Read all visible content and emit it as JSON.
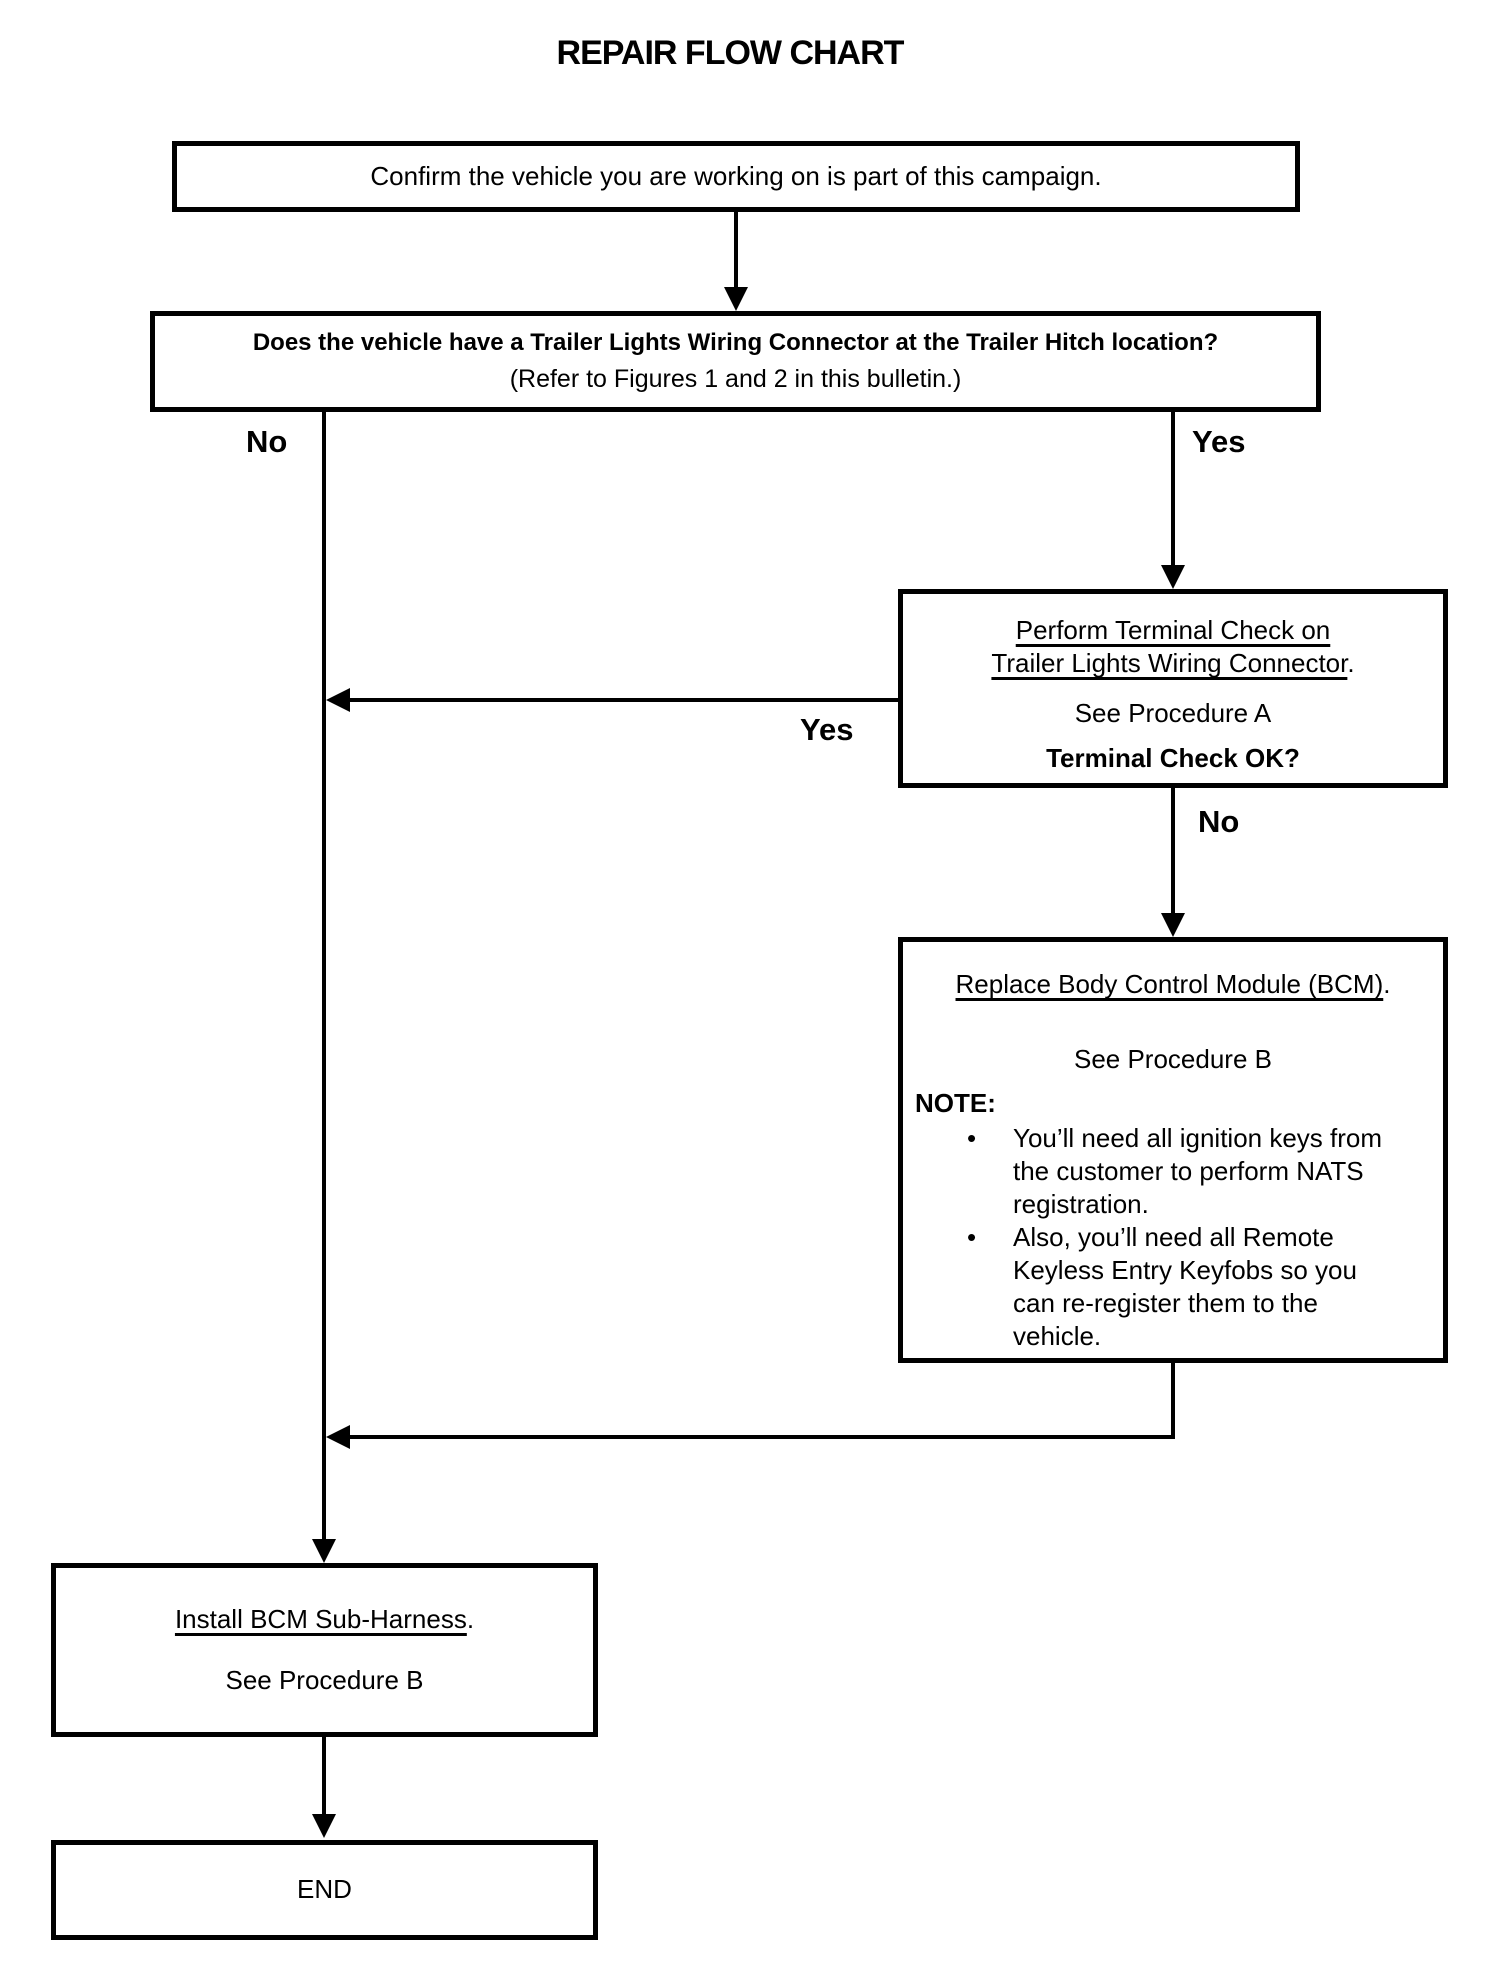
{
  "title": "REPAIR FLOW CHART",
  "flow": {
    "confirm_box": {
      "text": "Confirm the vehicle you are working on is part of this campaign."
    },
    "question_box": {
      "question": "Does the vehicle have a Trailer Lights Wiring Connector at the Trailer Hitch location?",
      "note": "(Refer to Figures 1 and 2 in this bulletin.)"
    },
    "branch_labels": {
      "question_no": "No",
      "question_yes": "Yes",
      "terminal_yes": "Yes",
      "terminal_no": "No"
    },
    "terminal_check_box": {
      "action_line1": "Perform Terminal Check on",
      "action_line2": "Trailer Lights Wiring Connector",
      "action_period": ".",
      "procedure": "See Procedure A",
      "question": "Terminal Check OK?"
    },
    "replace_bcm_box": {
      "action": "Replace Body Control Module (BCM)",
      "action_period": ".",
      "procedure": "See Procedure B",
      "note_label": "NOTE:",
      "bullet_char": "•",
      "bullets": [
        "You’ll need all ignition keys from\nthe customer to perform NATS\nregistration.",
        "Also, you’ll need all Remote\nKeyless Entry Keyfobs so you\ncan re-register them to the\nvehicle."
      ]
    },
    "install_harness_box": {
      "action": "Install BCM Sub-Harness",
      "action_period": ".",
      "procedure": "See Procedure B"
    },
    "end_box": {
      "text": "END"
    }
  },
  "colors": {
    "line": "#000000",
    "background": "#ffffff"
  }
}
